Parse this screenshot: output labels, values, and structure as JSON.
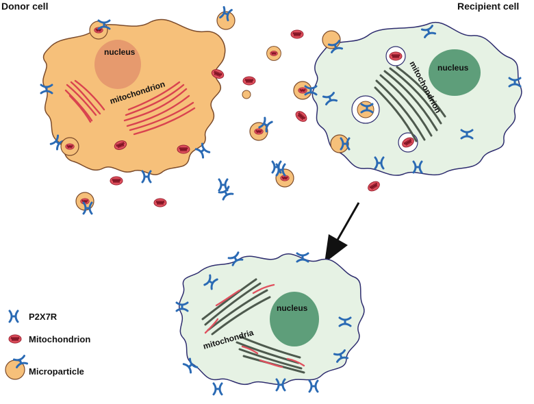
{
  "titles": {
    "donor": "Donor cell",
    "recipient": "Recipient cell"
  },
  "labels": {
    "donor_nucleus": "nucleus",
    "donor_mito": "mitochondrion",
    "recipient_nucleus": "nucleus",
    "recipient_mito": "mitochondrion",
    "result_nucleus": "nucleus",
    "result_mito": "mitochondria"
  },
  "legend": {
    "p2x7r": "P2X7R",
    "mitochondrion": "Mitochondrion",
    "microparticle": "Microparticle"
  },
  "colors": {
    "donor_fill": "#f6c07a",
    "donor_stroke": "#7a4a2a",
    "donor_nucleus": "#e69a6e",
    "recipient_fill": "#e6f2e4",
    "recipient_stroke": "#2d2c6e",
    "recipient_nucleus": "#5e9e7a",
    "receptor": "#2a6ab4",
    "mito_fill": "#e0505e",
    "mito_inner": "#8e1f2c",
    "mito_green": "#4e5a4e",
    "arrow": "#111111"
  }
}
